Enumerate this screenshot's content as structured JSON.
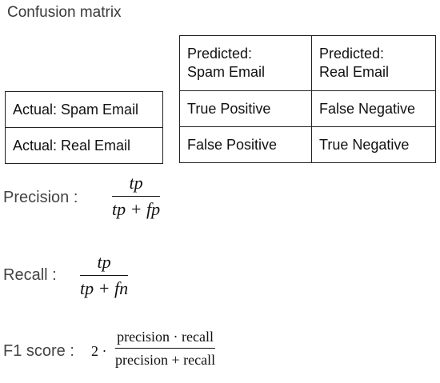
{
  "title": "Confusion matrix",
  "matrix": {
    "header_predicted_spam": [
      "Predicted:",
      "Spam Email"
    ],
    "header_predicted_real": [
      "Predicted:",
      "Real Email"
    ],
    "rows": [
      {
        "actual": "Actual: Spam Email",
        "pred_spam": "True Positive",
        "pred_real": "False Negative"
      },
      {
        "actual": "Actual: Real Email",
        "pred_spam": "False Positive",
        "pred_real": "True Negative"
      }
    ]
  },
  "formulas": {
    "precision": {
      "label": "Precision :",
      "numerator": "tp",
      "denominator": "tp + fp"
    },
    "recall": {
      "label": "Recall :",
      "numerator": "tp",
      "denominator": "tp + fn"
    },
    "f1": {
      "label": "F1 score :",
      "coefficient": "2 ·",
      "numerator": "precision · recall",
      "denominator": "precision + recall"
    }
  }
}
